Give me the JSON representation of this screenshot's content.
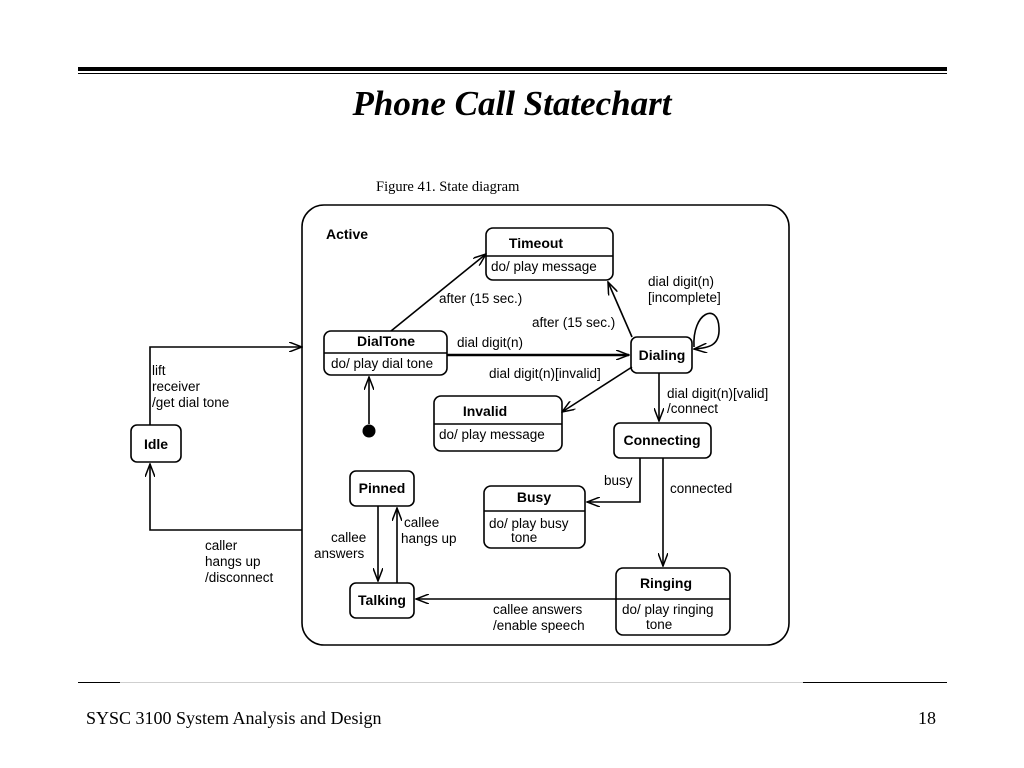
{
  "slide": {
    "title": "Phone Call Statechart",
    "footer_left": "SYSC 3100 System Analysis and Design",
    "page_number": "18"
  },
  "figure": {
    "caption": "Figure 41.  State diagram",
    "superstate": "Active"
  },
  "states": {
    "idle": {
      "name": "Idle"
    },
    "timeout": {
      "name": "Timeout",
      "activity": "do/ play message"
    },
    "dialtone": {
      "name": "DialTone",
      "activity": "do/ play dial tone"
    },
    "dialing": {
      "name": "Dialing"
    },
    "invalid": {
      "name": "Invalid",
      "activity": "do/ play message"
    },
    "connecting": {
      "name": "Connecting"
    },
    "pinned": {
      "name": "Pinned"
    },
    "busy": {
      "name": "Busy",
      "activity_line1": "do/ play busy",
      "activity_line2": "tone"
    },
    "talking": {
      "name": "Talking"
    },
    "ringing": {
      "name": "Ringing",
      "activity_line1": "do/ play ringing",
      "activity_line2": "tone"
    }
  },
  "transitions": {
    "lift": [
      "lift",
      "receiver",
      "/get dial tone"
    ],
    "hangup": [
      "caller",
      "hangs up",
      "/disconnect"
    ],
    "dialtone_timeout": "after (15 sec.)",
    "dialing_timeout": "after (15 sec.)",
    "dial_digit": "dial digit(n)",
    "self_loop": [
      "dial digit(n)",
      "[incomplete]"
    ],
    "invalid": "dial digit(n)[invalid]",
    "valid": [
      "dial digit(n)[valid]",
      "/connect"
    ],
    "busy": "busy",
    "connected": "connected",
    "callee_answers_pinned": [
      "callee",
      "answers"
    ],
    "callee_hangs_up": [
      "callee",
      "hangs up"
    ],
    "callee_answers_ringing": [
      "callee answers",
      "/enable speech"
    ]
  }
}
